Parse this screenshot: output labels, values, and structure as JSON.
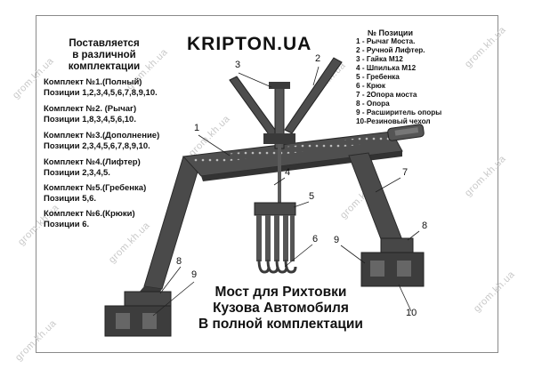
{
  "watermark": "grom.kh.ua",
  "brand": "KRIPTON.UA",
  "supply_note": [
    "Поставляется",
    "в различной",
    "комплектации"
  ],
  "kits": [
    {
      "title": "Комплект №1.(Полный)",
      "positions": "Позиции 1,2,3,4,5,6,7,8,9,10."
    },
    {
      "title": "Комплект №2. (Рычаг)",
      "positions": "Позиции 1,8,3,4,5,6,10."
    },
    {
      "title": "Комплект №3.(Дополнение)",
      "positions": "Позиции 2,3,4,5,6,7,8,9,10."
    },
    {
      "title": "Комплект №4.(Лифтер)",
      "positions": "Позиции 2,3,4,5."
    },
    {
      "title": "Комплект №5.(Гребенка)",
      "positions": "Позиции 5,6."
    },
    {
      "title": "Комплект №6.(Крюки)",
      "positions": "Позиции 6."
    }
  ],
  "positions_header": "№  Позиции",
  "positions": [
    "1 - Рычаг Моста.",
    "2 - Ручной Лифтер.",
    "3 - Гайка М12",
    "4 - Шпилька М12",
    "5 - Гребенка",
    "6 - Крюк",
    "7 - 2Опора моста",
    "8 - Опора",
    "9 - Расширитель опоры",
    "10-Резиновый чехол"
  ],
  "callouts": {
    "n1": "1",
    "n2": "2",
    "n3": "3",
    "n4": "4",
    "n5": "5",
    "n6": "6",
    "n7": "7",
    "n8a": "8",
    "n8b": "8",
    "n9a": "9",
    "n9b": "9",
    "n10": "10"
  },
  "caption": [
    "Мост для Рихтовки",
    "Кузова Автомобиля",
    "В полной комплектации"
  ],
  "colors": {
    "metal": "#4a4a4a",
    "metal_dark": "#2e2e2e",
    "metal_light": "#6e6e6e"
  }
}
